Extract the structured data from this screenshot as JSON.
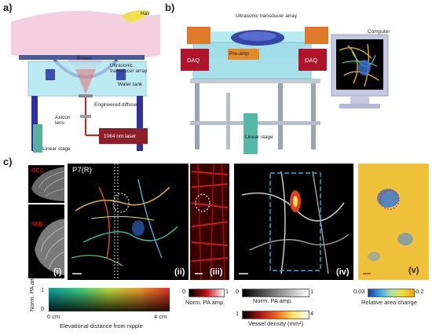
{
  "panel_labels": {
    "a": "a)",
    "b": "b)",
    "c": "c)"
  },
  "panel_a": {
    "hair": "Hair",
    "breast": "Breast",
    "transducer": "Ultrasonic transducer array",
    "water_tank": "Water tank",
    "diffuser": "Engineered diffuser",
    "axicon": "Axicon lens",
    "stage": "Linear stage",
    "laser": "1064 nm laser"
  },
  "panel_b": {
    "transducer": "Ultrasonic transducer array",
    "computer": "Computer",
    "daq_left": "DAQ",
    "preamp": "Pre-amp",
    "daq_right": "DAQ",
    "stage": "Linear stage"
  },
  "panel_c": {
    "patient_id": "P7(R)",
    "inset_top": "RCC",
    "inset_bottom": "RML",
    "sub_i": "(i)",
    "sub_ii": "(ii)",
    "sub_iii": "(iii)",
    "sub_iv": "(iv)",
    "sub_v": "(v)"
  },
  "colorbars": {
    "depth": {
      "axis_title": "Norm. PA amp.",
      "top": "1",
      "bottom": "0",
      "left": "0 cm",
      "right": "4 cm",
      "xlabel": "Elevational distance from nipple"
    },
    "red": {
      "min": "0",
      "max": "1",
      "label": "Norm. PA amp."
    },
    "gray": {
      "min": "0",
      "max": "1",
      "label": "Norm. PA amp."
    },
    "density": {
      "min": "1",
      "max": "4",
      "label": "Vessel density (mm²)"
    },
    "area": {
      "min": "0.03",
      "max": "0.2",
      "label": "Relative area change"
    }
  }
}
